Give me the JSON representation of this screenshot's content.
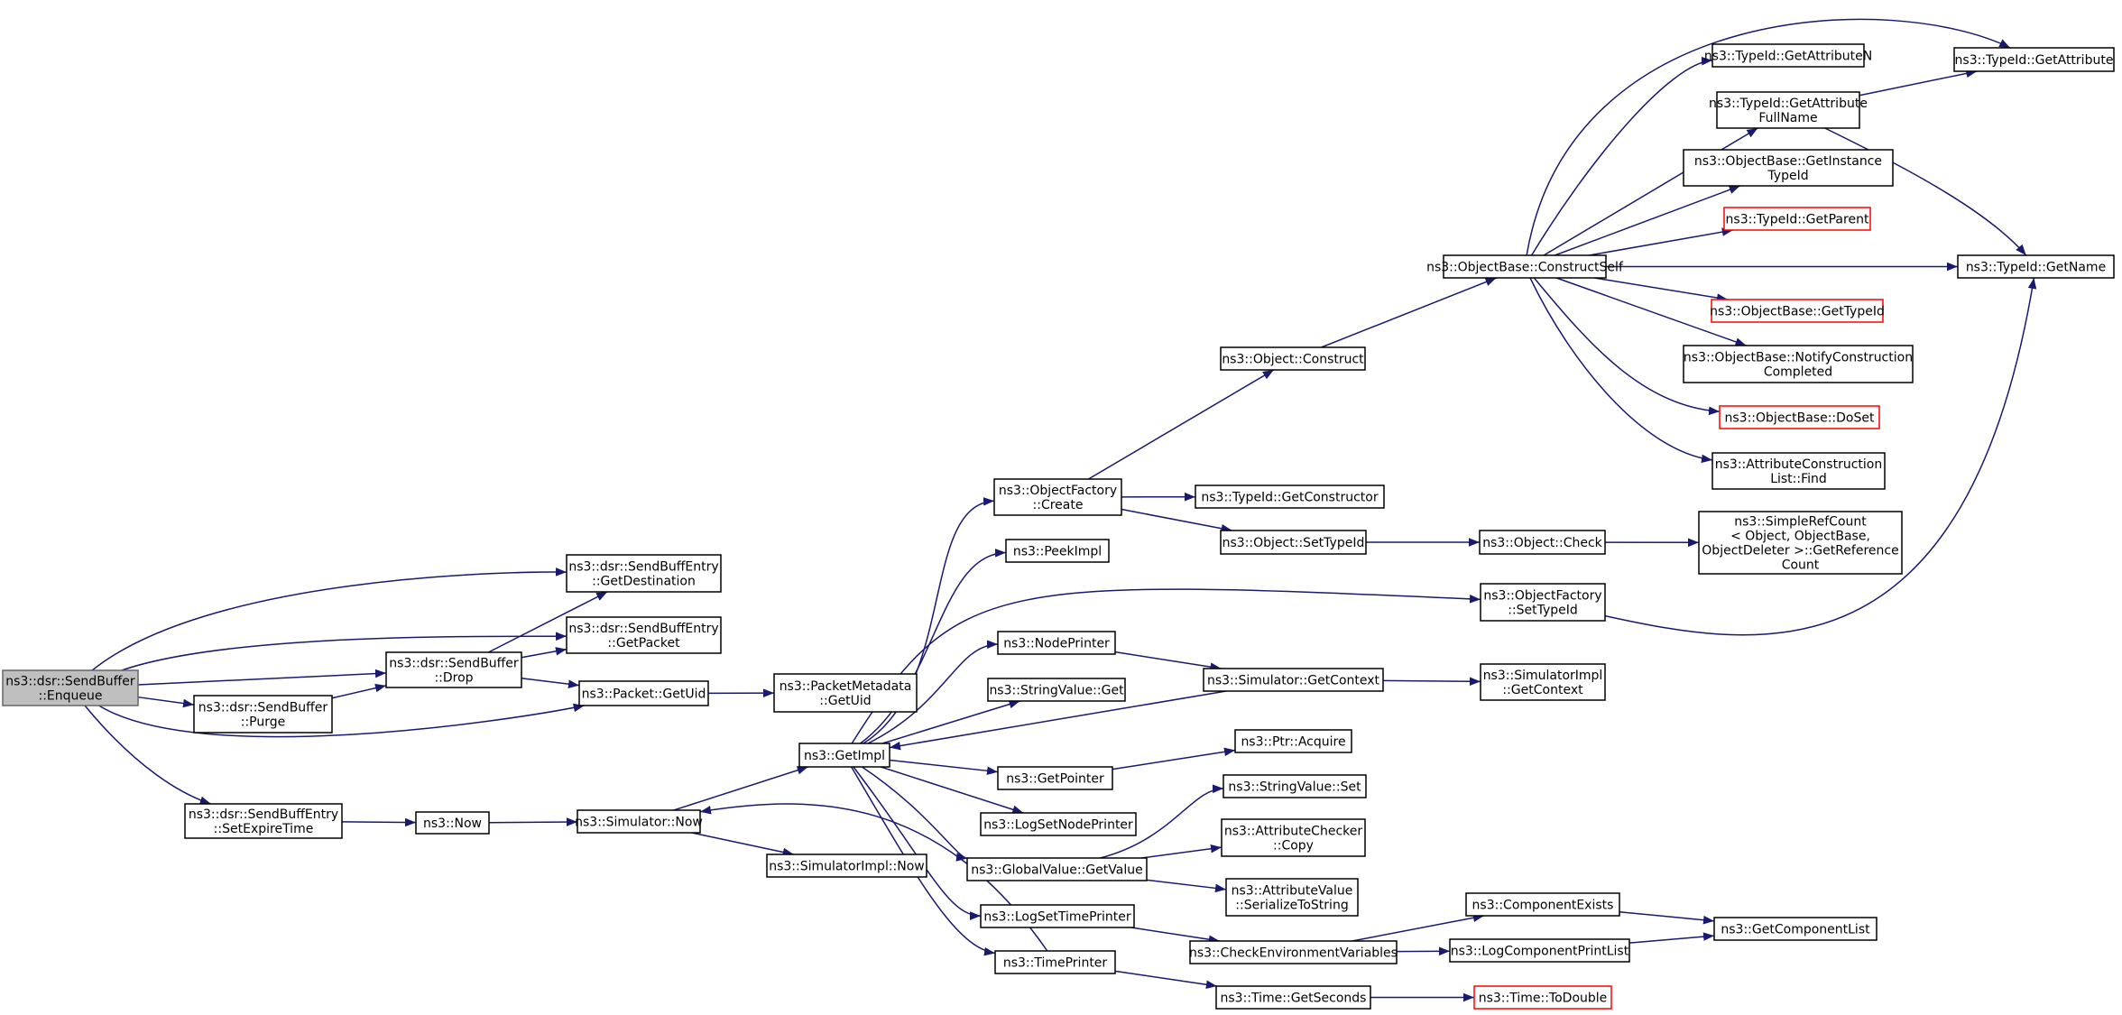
{
  "diagram": {
    "nodes": [
      {
        "id": "enqueue",
        "lines": [
          "ns3::dsr::SendBuffer",
          "::Enqueue"
        ],
        "style": "current"
      },
      {
        "id": "getdest",
        "lines": [
          "ns3::dsr::SendBuffEntry",
          "::GetDestination"
        ],
        "style": "normal"
      },
      {
        "id": "getpacket",
        "lines": [
          "ns3::dsr::SendBuffEntry",
          "::GetPacket"
        ],
        "style": "normal"
      },
      {
        "id": "drop",
        "lines": [
          "ns3::dsr::SendBuffer",
          "::Drop"
        ],
        "style": "normal"
      },
      {
        "id": "getuid",
        "lines": [
          "ns3::Packet::GetUid"
        ],
        "style": "normal"
      },
      {
        "id": "pmgetuid",
        "lines": [
          "ns3::PacketMetadata",
          "::GetUid"
        ],
        "style": "normal"
      },
      {
        "id": "purge",
        "lines": [
          "ns3::dsr::SendBuffer",
          "::Purge"
        ],
        "style": "normal"
      },
      {
        "id": "setexpire",
        "lines": [
          "ns3::dsr::SendBuffEntry",
          "::SetExpireTime"
        ],
        "style": "normal"
      },
      {
        "id": "now",
        "lines": [
          "ns3::Now"
        ],
        "style": "normal"
      },
      {
        "id": "simnow",
        "lines": [
          "ns3::Simulator::Now"
        ],
        "style": "normal"
      },
      {
        "id": "simimplnow",
        "lines": [
          "ns3::SimulatorImpl::Now"
        ],
        "style": "normal"
      },
      {
        "id": "getimpl",
        "lines": [
          "ns3::GetImpl"
        ],
        "style": "normal"
      },
      {
        "id": "ofcreate",
        "lines": [
          "ns3::ObjectFactory",
          "::Create"
        ],
        "style": "normal"
      },
      {
        "id": "peekimpl",
        "lines": [
          "ns3::PeekImpl"
        ],
        "style": "normal"
      },
      {
        "id": "nodeprinter",
        "lines": [
          "ns3::NodePrinter"
        ],
        "style": "normal"
      },
      {
        "id": "svget",
        "lines": [
          "ns3::StringValue::Get"
        ],
        "style": "normal"
      },
      {
        "id": "getpointer",
        "lines": [
          "ns3::GetPointer"
        ],
        "style": "normal"
      },
      {
        "id": "logsetnode",
        "lines": [
          "ns3::LogSetNodePrinter"
        ],
        "style": "normal"
      },
      {
        "id": "gvgetvalue",
        "lines": [
          "ns3::GlobalValue::GetValue"
        ],
        "style": "normal"
      },
      {
        "id": "logsettime",
        "lines": [
          "ns3::LogSetTimePrinter"
        ],
        "style": "normal"
      },
      {
        "id": "timeprinter",
        "lines": [
          "ns3::TimePrinter"
        ],
        "style": "normal"
      },
      {
        "id": "objconstruct",
        "lines": [
          "ns3::Object::Construct"
        ],
        "style": "normal"
      },
      {
        "id": "getconstructor",
        "lines": [
          "ns3::TypeId::GetConstructor"
        ],
        "style": "normal"
      },
      {
        "id": "objsettypeid",
        "lines": [
          "ns3::Object::SetTypeId"
        ],
        "style": "normal"
      },
      {
        "id": "ofsettypeid",
        "lines": [
          "ns3::ObjectFactory",
          "::SetTypeId"
        ],
        "style": "normal"
      },
      {
        "id": "simgetcontext",
        "lines": [
          "ns3::Simulator::GetContext"
        ],
        "style": "normal"
      },
      {
        "id": "ptracquire",
        "lines": [
          "ns3::Ptr::Acquire"
        ],
        "style": "normal"
      },
      {
        "id": "svset",
        "lines": [
          "ns3::StringValue::Set"
        ],
        "style": "normal"
      },
      {
        "id": "accopy",
        "lines": [
          "ns3::AttributeChecker",
          "::Copy"
        ],
        "style": "normal"
      },
      {
        "id": "avserialize",
        "lines": [
          "ns3::AttributeValue",
          "::SerializeToString"
        ],
        "style": "normal"
      },
      {
        "id": "checkenv",
        "lines": [
          "ns3::CheckEnvironmentVariables"
        ],
        "style": "normal"
      },
      {
        "id": "timegetseconds",
        "lines": [
          "ns3::Time::GetSeconds"
        ],
        "style": "normal"
      },
      {
        "id": "constructself",
        "lines": [
          "ns3::ObjectBase::ConstructSelf"
        ],
        "style": "normal"
      },
      {
        "id": "objcheck",
        "lines": [
          "ns3::Object::Check"
        ],
        "style": "normal"
      },
      {
        "id": "simimplgetcontext",
        "lines": [
          "ns3::SimulatorImpl",
          "::GetContext"
        ],
        "style": "normal"
      },
      {
        "id": "compexists",
        "lines": [
          "ns3::ComponentExists"
        ],
        "style": "normal"
      },
      {
        "id": "logcompprint",
        "lines": [
          "ns3::LogComponentPrintList"
        ],
        "style": "normal"
      },
      {
        "id": "todouble",
        "lines": [
          "ns3::Time::ToDouble"
        ],
        "style": "red"
      },
      {
        "id": "getattrn",
        "lines": [
          "ns3::TypeId::GetAttributeN"
        ],
        "style": "normal"
      },
      {
        "id": "getattrfull",
        "lines": [
          "ns3::TypeId::GetAttribute",
          "FullName"
        ],
        "style": "normal"
      },
      {
        "id": "getinsttypeid",
        "lines": [
          "ns3::ObjectBase::GetInstance",
          "TypeId"
        ],
        "style": "normal"
      },
      {
        "id": "getparent",
        "lines": [
          "ns3::TypeId::GetParent"
        ],
        "style": "red"
      },
      {
        "id": "obgettypeid",
        "lines": [
          "ns3::ObjectBase::GetTypeId"
        ],
        "style": "red"
      },
      {
        "id": "notifyconstr",
        "lines": [
          "ns3::ObjectBase::NotifyConstruction",
          "Completed"
        ],
        "style": "normal"
      },
      {
        "id": "doset",
        "lines": [
          "ns3::ObjectBase::DoSet"
        ],
        "style": "red"
      },
      {
        "id": "attrconstrfind",
        "lines": [
          "ns3::AttributeConstruction",
          "List::Find"
        ],
        "style": "normal"
      },
      {
        "id": "simplerefcount",
        "lines": [
          "ns3::SimpleRefCount",
          "< Object, ObjectBase,",
          "ObjectDeleter >::GetReference",
          "Count"
        ],
        "style": "normal"
      },
      {
        "id": "getcomplist",
        "lines": [
          "ns3::GetComponentList"
        ],
        "style": "normal"
      },
      {
        "id": "getattribute",
        "lines": [
          "ns3::TypeId::GetAttribute"
        ],
        "style": "normal"
      },
      {
        "id": "getname",
        "lines": [
          "ns3::TypeId::GetName"
        ],
        "style": "normal"
      }
    ]
  }
}
